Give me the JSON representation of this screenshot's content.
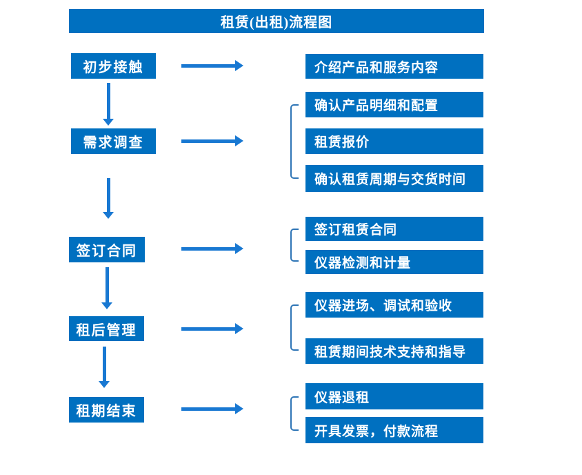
{
  "title": "租赁(出租)流程图",
  "colors": {
    "primary": "#0070C0",
    "arrow": "#1878D2",
    "bracket": "#2E75B6"
  },
  "rows": [
    {
      "step": "初步接触",
      "outputs": [
        "介绍产品和服务内容"
      ]
    },
    {
      "step": "需求调查",
      "outputs": [
        "确认产品明细和配置",
        "租赁报价",
        "确认租赁周期与交货时间"
      ]
    },
    {
      "step": "签订合同",
      "outputs": [
        "签订租赁合同",
        "仪器检测和计量"
      ]
    },
    {
      "step": "租后管理",
      "outputs": [
        "仪器进场、调试和验收",
        "租赁期间技术支持和指导"
      ]
    },
    {
      "step": "租期结束",
      "outputs": [
        "仪器退租",
        "开具发票，付款流程"
      ]
    }
  ]
}
